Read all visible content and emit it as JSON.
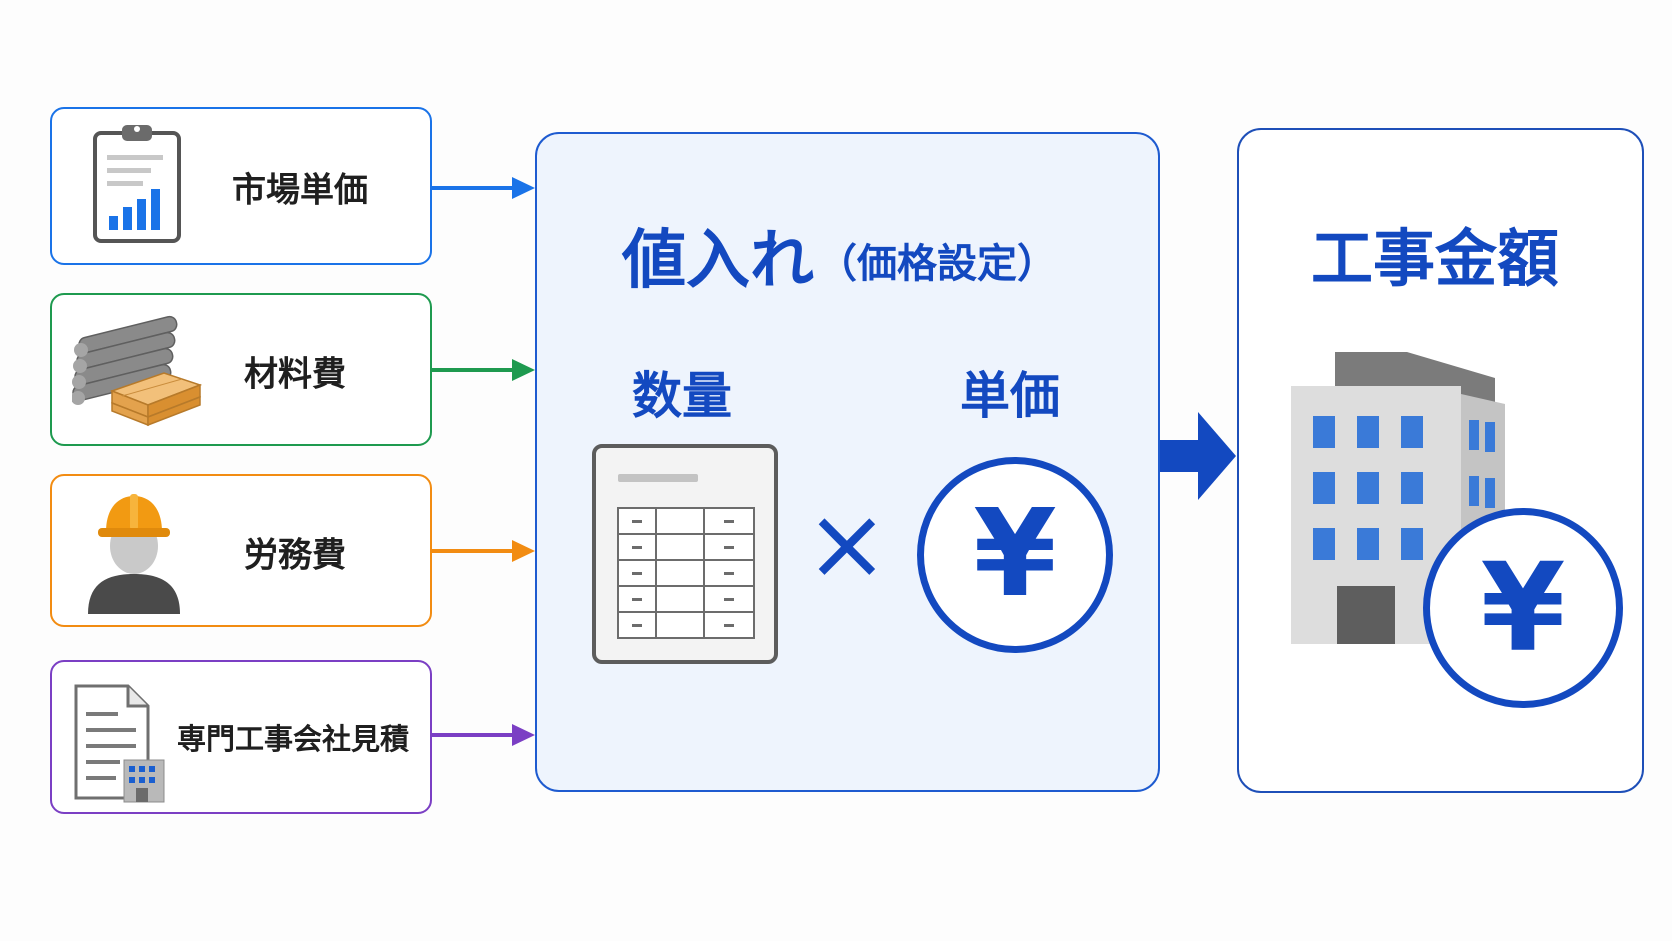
{
  "inputs": [
    {
      "label": "市場単価",
      "icon": "clipboard-chart-icon",
      "color": "#1a73e8"
    },
    {
      "label": "材料費",
      "icon": "materials-icon",
      "color": "#1e9a4f"
    },
    {
      "label": "労務費",
      "icon": "worker-icon",
      "color": "#f28c12"
    },
    {
      "label": "専門工事会社見積",
      "icon": "estimate-document-icon",
      "color": "#7b3fc4"
    }
  ],
  "center": {
    "title_main": "値入れ",
    "title_sub": "（価格設定）",
    "quantity_label": "数量",
    "unit_price_label": "単価",
    "operator": "×",
    "yen_symbol": "¥"
  },
  "output": {
    "title": "工事金額",
    "yen_symbol": "¥"
  },
  "colors": {
    "primary_blue": "#1349c0",
    "panel_bg": "#eef4fd"
  }
}
